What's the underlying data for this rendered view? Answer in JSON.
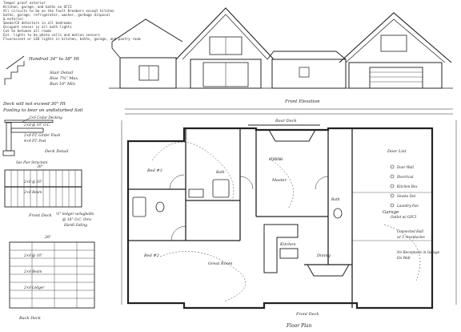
{
  "notes_block": {
    "lines": [
      "Tempor proof exterior",
      "Kitchen, garage, and baths on GFCI",
      "All circuits to be on the Fault Breakers except kitchen",
      "baths, garage, refrigerator, washer, garbage disposal",
      "& exterior",
      "Smoke/CO detectors in all bedrooms",
      "Occupant sensor in all bath lights",
      "Cat 5e between all rooms",
      "Ext. lights to be photo cells and motion sensors",
      "Fluorescent or LED lights in kitchen, baths, garage, and pantry room"
    ]
  },
  "stair_detail": {
    "handrail": "Handrail 34\" to 38\" Ht",
    "title": "Stair Detail",
    "rise": "Rise 7¾\" Max",
    "run": "Run 10\" Min"
  },
  "deck_notes": [
    "Deck will not exceed 30\" Ht",
    "Footing to bear on undisturbed Soil"
  ],
  "deck_detail": {
    "joist": "2×6 Cedar Decking",
    "ledger": "2×8 @ 16\" O.C.",
    "girder": "2×8 P.T. Girder Flush",
    "post": "4×4 P.T. Post",
    "title": "Deck Detail",
    "pier": "See Pier Structure"
  },
  "front_deck": {
    "top_size": "30\"",
    "joist": "2×8 @ 16\"",
    "beam": "2×8 Beam",
    "title": "Front Deck",
    "ledger_note": "½\" ledger w/lagbolts",
    "note2": "@ 16\" O.C. thru",
    "note3": "Hardi Siding"
  },
  "back_deck": {
    "size": "20'",
    "joist": "2×8 @ 16\"",
    "beam": "2×8 Beam",
    "ledger": "2×8 Ledger",
    "title": "Back Deck"
  },
  "elevation": {
    "title": "Front Elevation"
  },
  "plan": {
    "title": "Floor Plan",
    "rear_deck": "Rear Deck",
    "front_deck": "Front Deck",
    "rooms": [
      {
        "label": "Bed #3"
      },
      {
        "label": "Bed #2"
      },
      {
        "label": "Bath"
      },
      {
        "label": "Great Room"
      },
      {
        "label": "Kitchen"
      },
      {
        "label": "Master"
      },
      {
        "label": "Bath"
      },
      {
        "label": "Dining"
      },
      {
        "label": "Garage"
      }
    ],
    "window_label": "WINDOWS"
  },
  "legend": {
    "title": "Door List",
    "items": [
      "Door Wall",
      "Electrical",
      "Kitchen Box",
      "Smoke Det",
      "Laundry Fan"
    ],
    "outlet": "Outlet w/ GFCI",
    "note1": "Connected Hall",
    "note2": "w/ 5 receptacles",
    "note3": "No Receptacle in Garage",
    "note4": "On Wall"
  }
}
